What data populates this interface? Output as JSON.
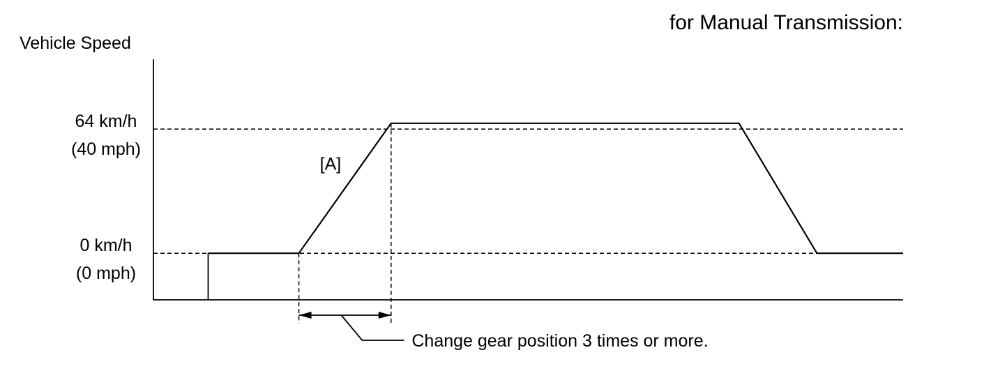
{
  "chart_data": {
    "type": "line",
    "title": "for Manual Transmission:",
    "ylabel": "Vehicle Speed",
    "xlabel": "",
    "ytick_labels": [
      {
        "value": 64,
        "line1": "64 km/h",
        "line2": "(40 mph)"
      },
      {
        "value": 0,
        "line1": "0 km/h",
        "line2": "(0 mph)"
      }
    ],
    "ylim": [
      -24,
      100
    ],
    "xlim": [
      0,
      100
    ],
    "series": [
      {
        "x": [
          7.3,
          19.4,
          31.7,
          78.1,
          88.5,
          100
        ],
        "y": [
          0,
          0,
          67,
          67,
          0,
          0
        ],
        "start_marker_x": 7.3
      }
    ],
    "guide_levels": [
      64,
      0
    ],
    "annotations": {
      "phase_label": "[A]",
      "phase_label_at": {
        "x": 22.2,
        "y": 43
      },
      "interval": {
        "x_start": 19.4,
        "x_end": 31.7,
        "text": "Change gear position 3 times or more."
      }
    },
    "grid": false,
    "legend": "none"
  }
}
